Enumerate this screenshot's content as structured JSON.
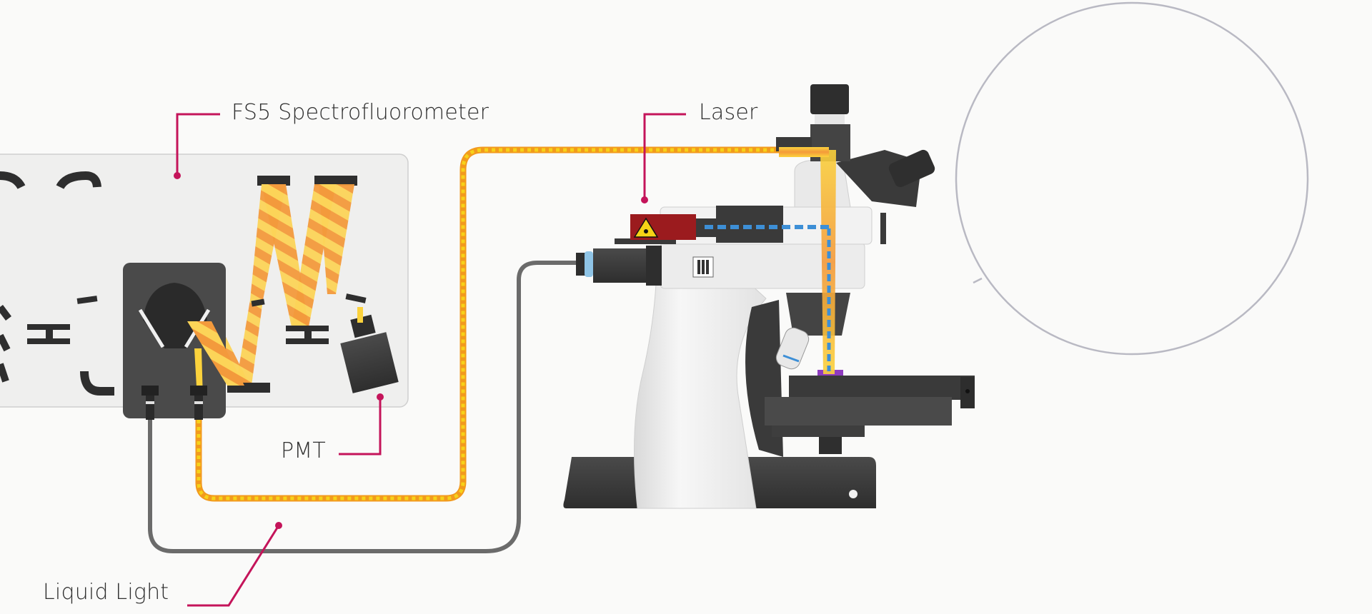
{
  "labels": {
    "spectrofluorometer": "FS5 Spectrofluorometer",
    "laser": "Laser",
    "pmt": "PMT",
    "liquid_light": "Liquid Light"
  },
  "colors": {
    "background": "#fafaf9",
    "callout_line": "#c4145a",
    "instrument_panel": "#efefee",
    "dark_component": "#3c3c3c",
    "fiber_outer": "#f29a1e",
    "fiber_inner": "#f6d21a",
    "light_beam_orange": "#f49a3a",
    "light_beam_yellow": "#fbd23c",
    "laser_body": "#9b1b1e",
    "laser_beam_blue": "#3d8fd6",
    "sample_purple": "#8e3bbf",
    "magnifier_circle": "#b9b9c3"
  },
  "icons": {
    "laser_warning": "laser-warning-icon"
  }
}
